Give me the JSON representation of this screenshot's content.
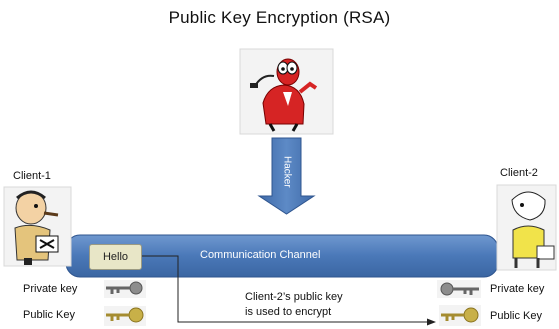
{
  "title": "Public Key Encryption (RSA)",
  "client1": {
    "name": "Client-1",
    "private_key_label": "Private key",
    "public_key_label": "Public Key"
  },
  "client2": {
    "name": "Client-2",
    "private_key_label": "Private key",
    "public_key_label": "Public Key"
  },
  "hacker_label": "Hacker",
  "message_label": "Hello",
  "channel_label": "Communication Channel",
  "annotation": {
    "line1": "Client-2’s public key",
    "line2": "is used to encrypt"
  },
  "colors": {
    "channel": "#4a78b8",
    "hacker_arrow": "#4a78b8",
    "private_key": "#8d8d8d",
    "public_key": "#c8b048"
  }
}
